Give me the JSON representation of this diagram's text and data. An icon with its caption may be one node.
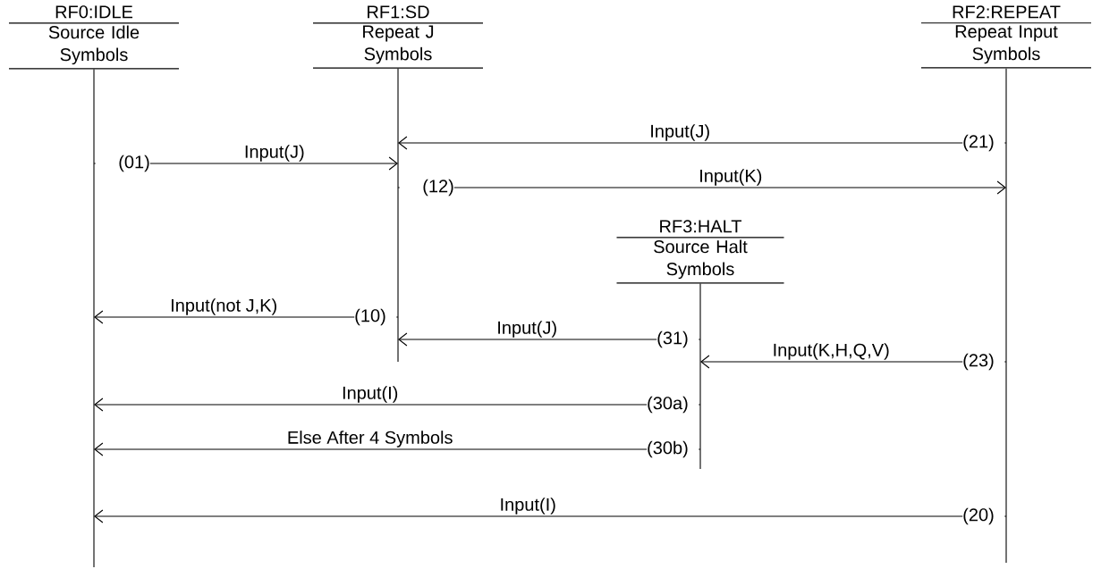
{
  "diagram": {
    "nodes": [
      {
        "text": [
          "RF0:IDLE",
          "Source Idle Symbols"
        ]
      },
      {
        "text": [
          "RF1:SD",
          "Repeat J Symbols"
        ]
      },
      {
        "text": [
          "RF2:REPEAT",
          "Repeat Input Symbols"
        ]
      },
      {
        "text": [
          "RF3:HALT",
          "Source Halt Symbols"
        ]
      }
    ],
    "edges": [
      {
        "from": 2,
        "to": 1,
        "arrow": "to",
        "label": "Input(J)"
      },
      {
        "from": 0,
        "to": 1,
        "arrow": "to",
        "label": "Input(J)"
      },
      {
        "from": 1,
        "to": 2,
        "arrow": "to",
        "label": "Input(K)"
      },
      {
        "from": 1,
        "to": 0,
        "arrow": "to",
        "label": "Input(not J,K)"
      },
      {
        "from": 3,
        "to": 1,
        "arrow": "to",
        "label": "Input(J)"
      },
      {
        "from": 2,
        "to": 3,
        "arrow": "to",
        "label": "Input(K,H,Q,V)"
      },
      {
        "from": 3,
        "to": 0,
        "arrow": "to",
        "label": "Input(I)"
      },
      {
        "from": 3,
        "to": 0,
        "arrow": "to",
        "label": "Else After 4 Symbols"
      },
      {
        "from": 2,
        "to": 0,
        "arrow": "to",
        "label": "Input(I)"
      }
    ],
    "labels": [
      "(21)",
      "(01)",
      "(12)",
      "(10)",
      "(31)",
      "(23)",
      "(30a)",
      "(30b)",
      "(20)"
    ]
  }
}
